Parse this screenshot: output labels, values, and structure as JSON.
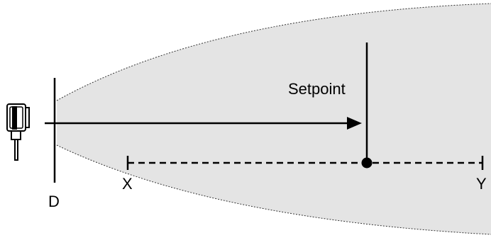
{
  "labels": {
    "setpoint": "Setpoint",
    "x": "X",
    "y": "Y",
    "d": "D"
  },
  "colors": {
    "beam_fill": "#e4e4e4",
    "beam_edge": "#333333",
    "ink": "#000000",
    "background": "#ffffff"
  },
  "icons": {
    "sensor": "proximity-sensor-icon"
  }
}
